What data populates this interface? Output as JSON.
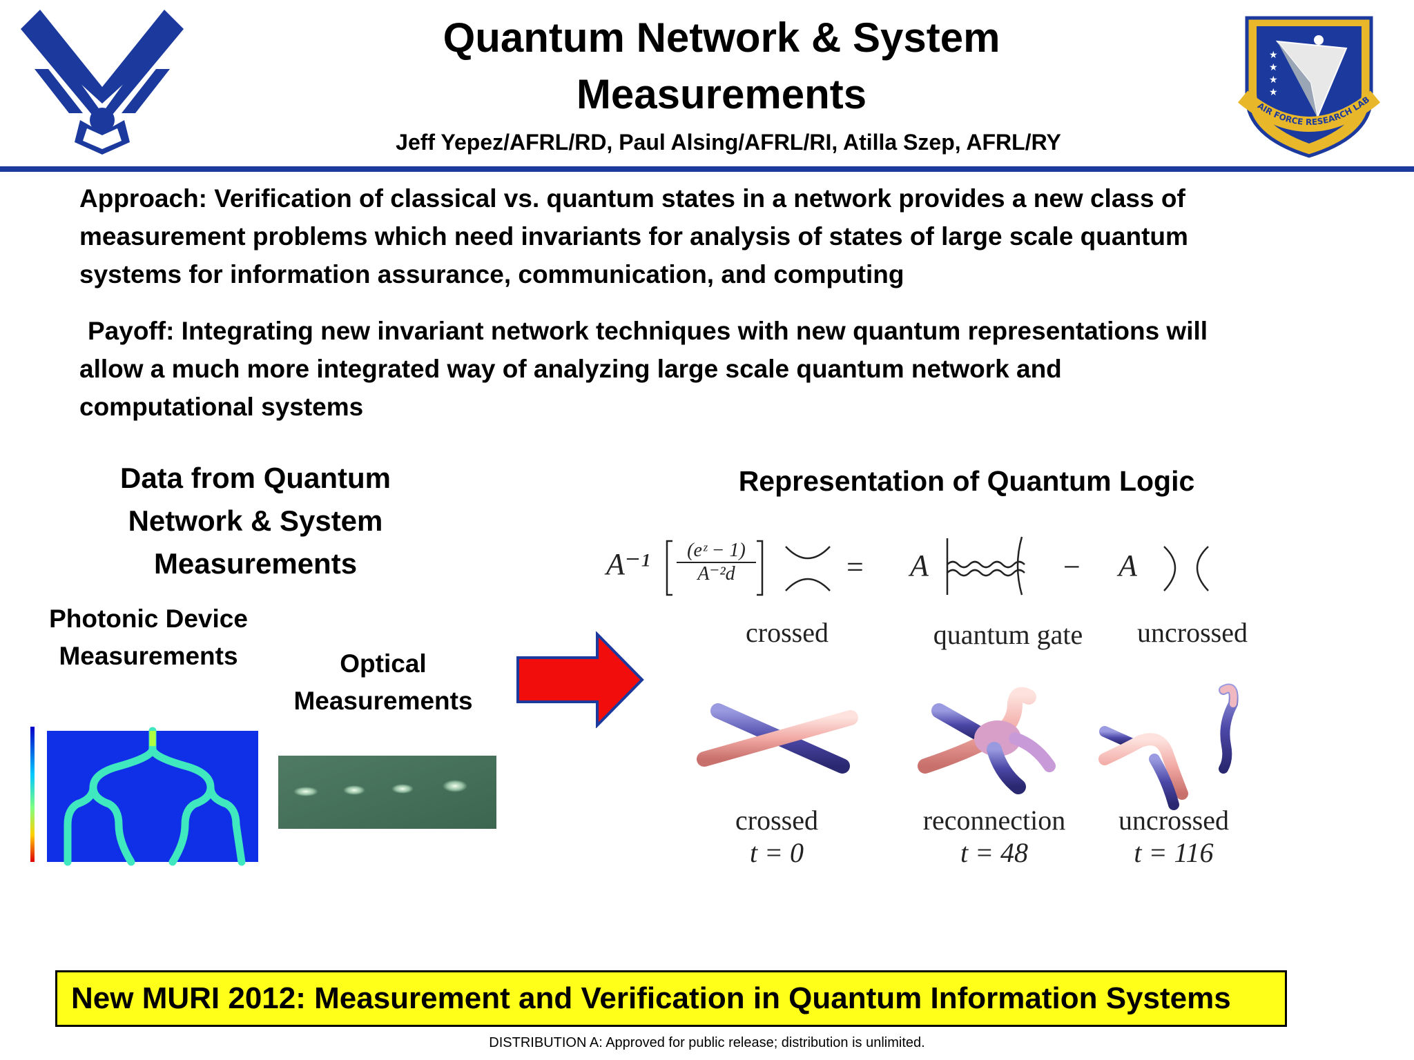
{
  "header": {
    "title_line1": "Quantum Network & System",
    "title_line2": "Measurements",
    "authors": "Jeff Yepez/AFRL/RD, Paul Alsing/AFRL/RI, Atilla Szep, AFRL/RY",
    "seal_text": "AIR FORCE RESEARCH LABORATORY"
  },
  "approach": {
    "line1": "Approach: Verification of classical vs. quantum states in a network provides a new class of",
    "line2": "measurement problems which need invariants for analysis of states of large scale quantum",
    "line3": "systems for information assurance, communication, and computing"
  },
  "payoff": {
    "line1": "Payoff: Integrating new invariant network techniques with new quantum representations will",
    "line2": "allow a much more integrated way of analyzing large scale quantum network and",
    "line3": "computational systems"
  },
  "left_section": {
    "heading_line1": "Data from Quantum",
    "heading_line2": "Network & System",
    "heading_line3": "Measurements",
    "photonic_line1": "Photonic Device",
    "photonic_line2": "Measurements",
    "optical_line1": "Optical",
    "optical_line2": "Measurements"
  },
  "right_section": {
    "heading": "Representation of Quantum Logic",
    "equation": {
      "a_inverse": "A⁻¹",
      "numerator": "(eᶻ − 1)",
      "denominator": "A⁻²d",
      "equals": "=",
      "a1": "A",
      "minus": "−",
      "a2": "A"
    },
    "top_labels": [
      "crossed",
      "quantum gate",
      "uncrossed"
    ],
    "bottom_labels": [
      {
        "name": "crossed",
        "time": "t = 0"
      },
      {
        "name": "reconnection",
        "time": "t = 48"
      },
      {
        "name": "uncrossed",
        "time": "t = 116"
      }
    ]
  },
  "banner": {
    "text": "New MURI 2012: Measurement and Verification in Quantum Information Systems"
  },
  "footer": {
    "text": "DISTRIBUTION A:  Approved for public release; distribution is unlimited."
  },
  "colors": {
    "air_force_blue": "#1c3a9e",
    "arrow_red": "#f20d0d",
    "banner_yellow": "#ffff1a",
    "seal_gold": "#e8b82a"
  }
}
